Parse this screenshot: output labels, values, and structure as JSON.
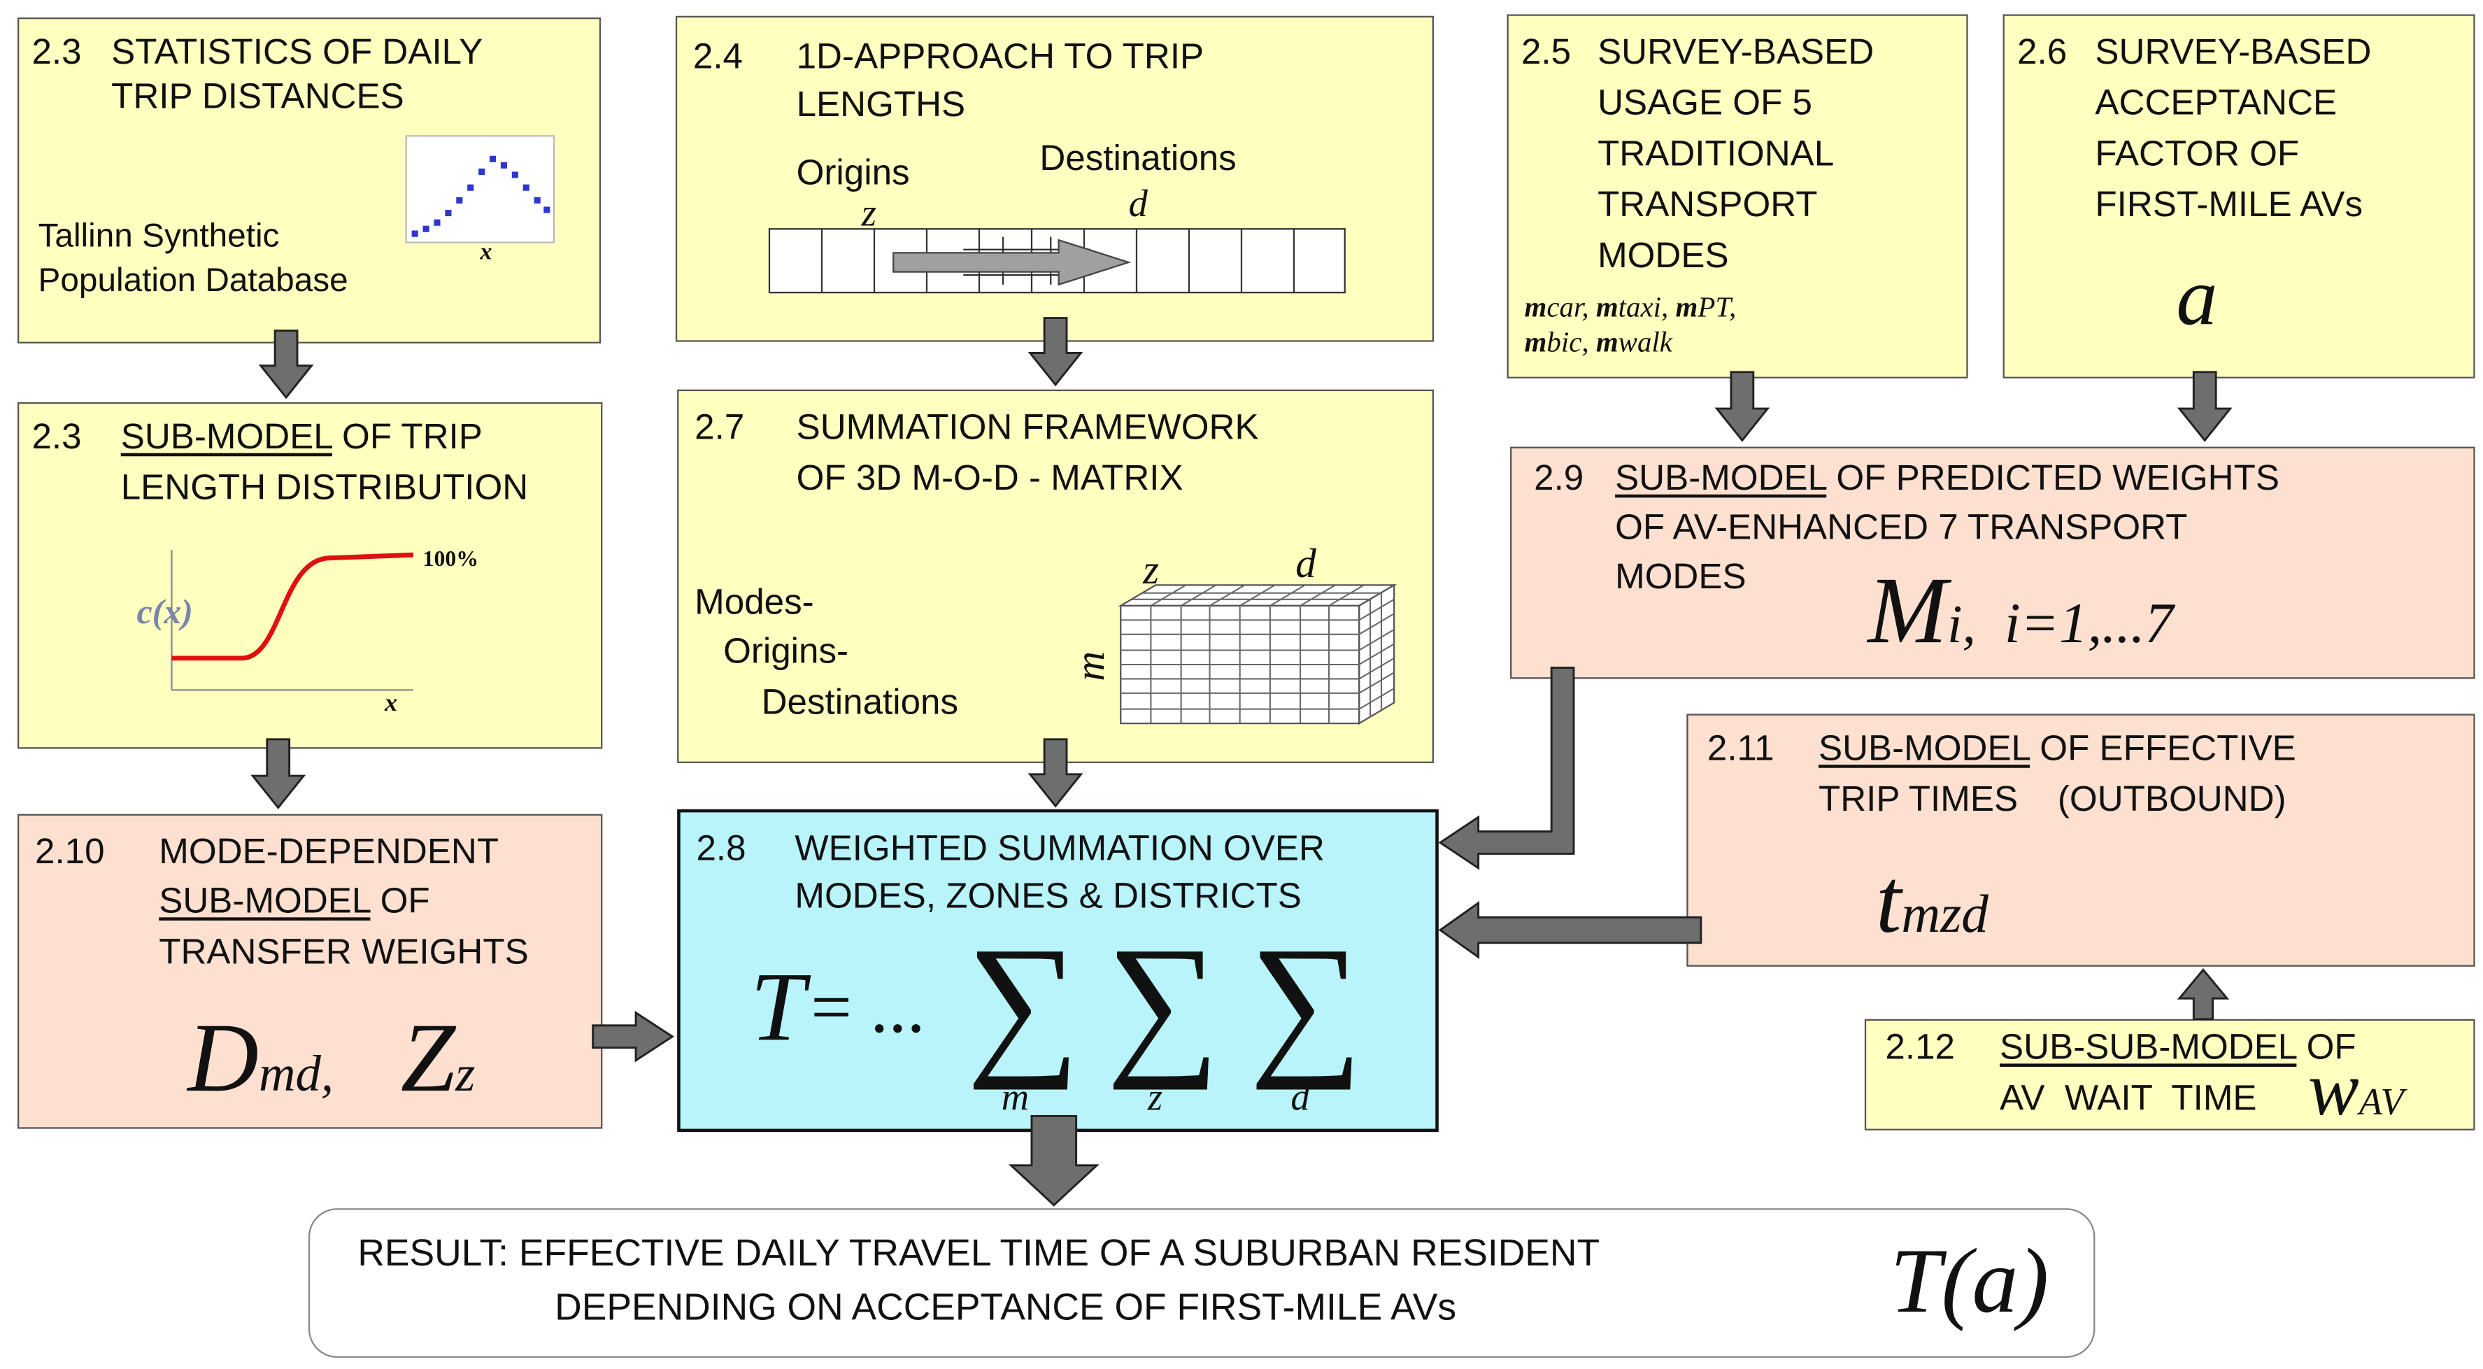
{
  "colors": {
    "yellow": "#ffffc0",
    "pink": "#fde0d0",
    "cyan": "#b8f4fa",
    "arrow": "#6e6e6e"
  },
  "b23a": {
    "num": "2.3",
    "l1": "STATISTICS OF DAILY",
    "l2": "TRIP DISTANCES",
    "db1": "Tallinn Synthetic",
    "db2": "Population Database",
    "xaxis": "x"
  },
  "b23b": {
    "num": "2.3",
    "u": "SUB-MODEL",
    "l1": " OF TRIP",
    "l2": "LENGTH  DISTRIBUTION",
    "ylabel": "c(x)",
    "pct": "100%",
    "xaxis": "x"
  },
  "b210": {
    "num": "2.10",
    "l1": "MODE-DEPENDENT",
    "u": "SUB-MODEL",
    "l2": " OF",
    "l3": "TRANSFER WEIGHTS",
    "f1": "D",
    "f1sub": "md,",
    "f2": "Z",
    "f2sub": "z"
  },
  "b24": {
    "num": "2.4",
    "l1": "1D-APPROACH TO TRIP",
    "l2": "LENGTHS",
    "origins": "Origins",
    "destinations": "Destinations",
    "z": "z",
    "d": "d"
  },
  "b27": {
    "num": "2.7",
    "l1": "SUMMATION  FRAMEWORK",
    "l2": "OF  3D  M-O-D - MATRIX",
    "m1": "Modes-",
    "m2": "Origins-",
    "m3": "Destinations",
    "z": "z",
    "d": "d",
    "m": "m"
  },
  "b28": {
    "num": "2.8",
    "l1": "WEIGHTED SUMMATION OVER",
    "l2": "MODES, ZONES & DISTRICTS",
    "T": "T",
    "eq": "= ...",
    "sub1": "m",
    "sub2": "z",
    "sub3": "d"
  },
  "b25": {
    "num": "2.5",
    "l1": "SURVEY-BASED",
    "l2": "USAGE OF 5",
    "l3": "TRADITIONAL",
    "l4": "TRANSPORT",
    "l5": "MODES",
    "v1": "m",
    "v1s": "car, ",
    "v2": "m",
    "v2s": "taxi, ",
    "v3": "m",
    "v3s": "PT,",
    "v4": "m",
    "v4s": "bic, ",
    "v5": "m",
    "v5s": "walk"
  },
  "b26": {
    "num": "2.6",
    "l1": "SURVEY-BASED",
    "l2": "ACCEPTANCE",
    "l3": "FACTOR OF",
    "l4": "FIRST-MILE AVs",
    "a": "a"
  },
  "b29": {
    "num": "2.9",
    "u": "SUB-MODEL",
    "l1": " OF PREDICTED WEIGHTS",
    "l2": "OF AV-ENHANCED  7  TRANSPORT",
    "l3": "MODES",
    "M": "M",
    "Msub": "i,",
    "range": "i=1,...7"
  },
  "b211": {
    "num": "2.11",
    "u": "SUB-MODEL",
    "l1": " OF EFFECTIVE",
    "l2": "TRIP TIMES    (OUTBOUND)",
    "t": "t",
    "tsub": "mzd"
  },
  "b212": {
    "num": "2.12",
    "u": "SUB-SUB-MODEL",
    "l1": " OF",
    "l2": "AV  WAIT  TIME",
    "w": "w",
    "wsub": "AV"
  },
  "result": {
    "l1": "RESULT: EFFECTIVE DAILY TRAVEL TIME OF A SUBURBAN RESIDENT",
    "l2": "DEPENDING ON ACCEPTANCE OF  FIRST-MILE AVs",
    "formula": "T(a)"
  }
}
